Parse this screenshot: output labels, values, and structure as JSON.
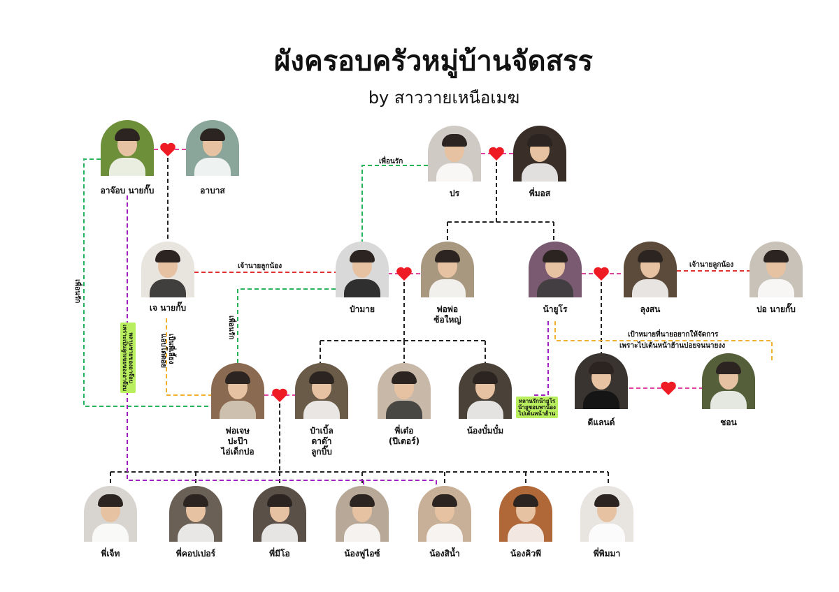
{
  "title": "ผังครอบครัวหมู่บ้านจัดสรร",
  "subtitle": "by สาววายเหนือเมฆ",
  "colors": {
    "heart": "#ee1b24",
    "black_line": "#222222",
    "red_line": "#e03030",
    "green_line": "#27b35a",
    "purple_line": "#a020c0",
    "pink_line": "#e040a0",
    "orange_line": "#f0b030",
    "note_bg": "#b9ef5e"
  },
  "people": {
    "ajon": {
      "name": "อาจ๊อบ นายกั๊บ",
      "bg": "#6e8f3a"
    },
    "abas": {
      "name": "อาบาส",
      "bg": "#8aa69a"
    },
    "jay": {
      "name": "เจ นายกั๊บ",
      "bg": "#e8e4de"
    },
    "pamai": {
      "name": "ป๋ามาย",
      "bg": "#d9d9d9"
    },
    "porpor": {
      "name": "พ่อพ่อ\nซ้อใหญ่",
      "bg": "#a89880"
    },
    "pon": {
      "name": "ปร",
      "bg": "#cfcac4"
    },
    "pimos": {
      "name": "พี่มอส",
      "bg": "#3a2e28"
    },
    "nayuro": {
      "name": "น้ายูโร",
      "bg": "#7a5a70"
    },
    "lungson": {
      "name": "ลุงสน",
      "bg": "#5c4a3a"
    },
    "por": {
      "name": "ปอ นายกั๊บ",
      "bg": "#c9c2b8"
    },
    "porjet": {
      "name": "พ่อเจษ\nปะป๊า\nไอ่เด็กปอ",
      "bg": "#8a6a50"
    },
    "pabel": {
      "name": "ป๋าเบิ้ล\nดาด๊า\nลูกบิ๊บ",
      "bg": "#6a5a48"
    },
    "pito": {
      "name": "พี่เต๋อ\n(ปีเตอร์)",
      "bg": "#c8b8a8"
    },
    "nongbum": {
      "name": "น้องบั๋มบั๋ม",
      "bg": "#4a4238"
    },
    "dland": {
      "name": "ดีแลนด์",
      "bg": "#3a3430"
    },
    "chon": {
      "name": "ชอน",
      "bg": "#55603a"
    },
    "pijet": {
      "name": "พี่เจ็ท",
      "bg": "#d8d4d0"
    },
    "picopper": {
      "name": "พี่คอปเปอร์",
      "bg": "#6a6056"
    },
    "pimio": {
      "name": "พี่มีโอ",
      "bg": "#5a5048"
    },
    "nongfuis": {
      "name": "น้องฟูไอซ์",
      "bg": "#b8a898"
    },
    "nongsinam": {
      "name": "น้องสิน้ำ",
      "bg": "#c8b098"
    },
    "nongqp": {
      "name": "น้องคิวพี",
      "bg": "#b06838"
    },
    "pipimma": {
      "name": "พี่พิมมา",
      "bg": "#e8e4e0"
    }
  },
  "edge_labels": {
    "friend_love_top": "เพื่อนรัก",
    "master_servant_left": "เจ้านายลูกน้อง",
    "master_servant_right": "เจ้านายลูกน้อง",
    "friend_love_left": "เพื่อนรัก",
    "friend_love_mid": "เพื่อนรัก",
    "jay_note": "เป็นพี่เลี้ยง\nแอบโตตอย",
    "target_note_1": "เป้าหมายที่นายอยากให้จัดการ",
    "target_note_2": "เพราะไปเต้นหน้าฮ้านบ่อยจนนายงง"
  },
  "notes": {
    "purple_note": "หลานชายของอาจ๊อบ\nเพราะเป็นลูกเขยของอาจ๊อบ",
    "nephew_note": "หลานรักน้ายูโร\nน้ายูชอบพาน้อง\nไปเต้นหน้าฮ้าน"
  },
  "icons": {
    "heart": "heart-icon"
  }
}
